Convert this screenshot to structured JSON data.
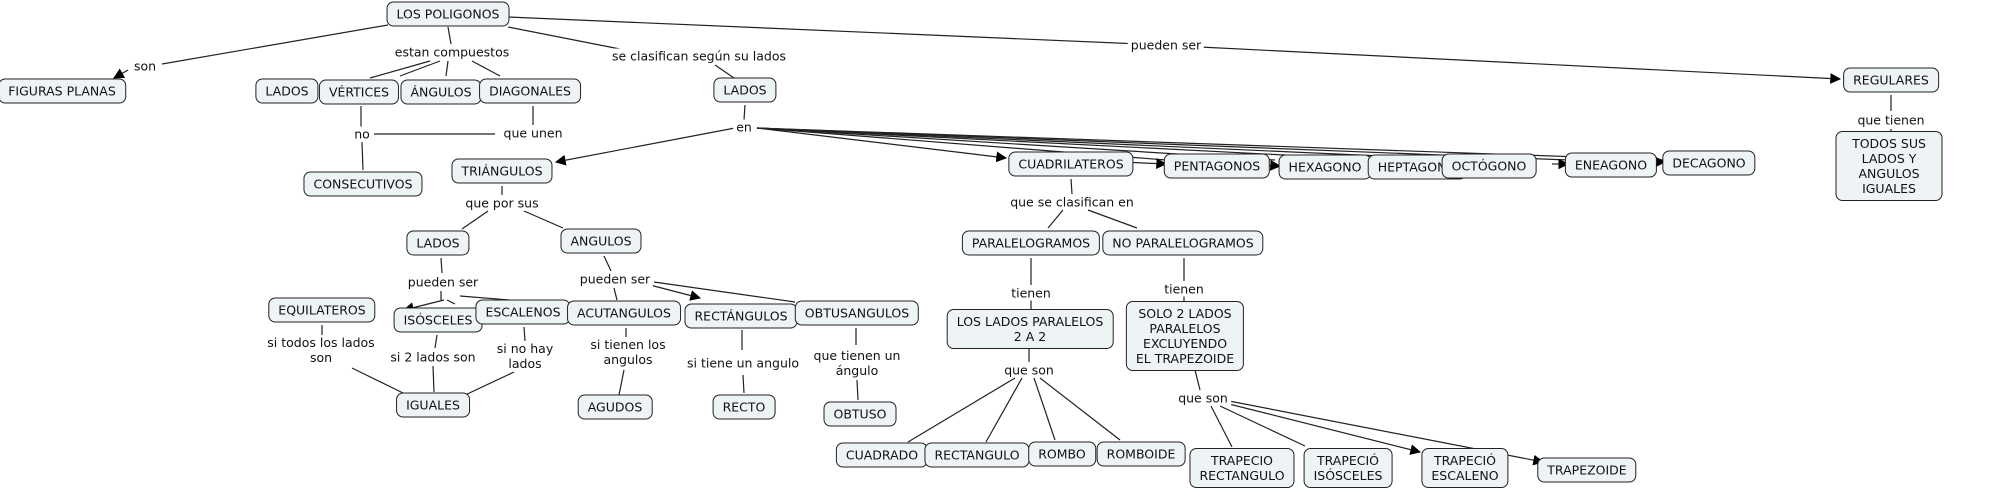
{
  "map_title": "LOS POLIGONOS",
  "nodes": {
    "poligonos": "LOS POLIGONOS",
    "figuras_planas": "FIGURAS PLANAS",
    "lados_comp": "LADOS",
    "vertices": "VÉRTICES",
    "angulos_comp": "ÁNGULOS",
    "diagonales": "DIAGONALES",
    "consecutivos": "CONSECUTIVOS",
    "lados_clas": "LADOS",
    "triangulos": "TRIÁNGULOS",
    "tri_lados": "LADOS",
    "tri_angulos": "ANGULOS",
    "equilateros": "EQUILATEROS",
    "isosceles": "ISÓSCELES",
    "escalenos": "ESCALENOS",
    "iguales": "IGUALES",
    "acutangulos": "ACUTANGULOS",
    "rectangulos": "RECTÁNGULOS",
    "obtusangulos": "OBTUSANGULOS",
    "agudos": "AGUDOS",
    "recto": "RECTO",
    "obtuso": "OBTUSO",
    "cuadrilateros": "CUADRILATEROS",
    "pentagonos": "PENTAGONOS",
    "hexagono": "HEXAGONO",
    "heptagono": "HEPTAGONO",
    "octogono": "OCTÓGONO",
    "eneagono": "ENEAGONO",
    "decagono": "DECAGONO",
    "paralelogramos": "PARALELOGRAMOS",
    "no_paralelogramos": "NO PARALELOGRAMOS",
    "lados_paralelos": "LOS LADOS PARALELOS\n2 A 2",
    "solo_2_lados": "SOLO 2 LADOS\nPARALELOS\nEXCLUYENDO\nEL TRAPEZOIDE",
    "cuadrado": "CUADRADO",
    "rectangulo": "RECTANGULO",
    "rombo": "ROMBO",
    "romboide": "ROMBOIDE",
    "trapecio_rect": "TRAPECIO\nRECTANGULO",
    "trapecio_isos": "TRAPECIÓ\nISÓSCELES",
    "trapecio_esc": "TRAPECIÓ\nESCALENO",
    "trapezoide": "TRAPEZOIDE",
    "regulares": "REGULARES",
    "todos_iguales": "TODOS SUS LADOS Y ANGULOS\nIGUALES"
  },
  "links": {
    "son": "son",
    "estan_compuestos": "estan compuestos",
    "se_clasifican": "se clasifican según su lados",
    "puden_ser": "pueden ser",
    "no": "no",
    "que_unen": "que unen",
    "en": "en",
    "que_por_sus": "que por sus",
    "lados_pueden_ser": "pueden ser",
    "angulos_pueden_ser": "pueden ser",
    "si_todos": "si todos los lados\nson",
    "si_2_lados": "si 2 lados son",
    "si_no_hay": "si no hay\nlados",
    "si_tienen_los": "si tienen los\nangulos",
    "si_tiene_un": "si tiene un angulo",
    "que_tienen_un": "que tienen un\nángulo",
    "que_se_clasifican_en": "que se clasifican en",
    "tienen_par": "tienen",
    "tienen_nopar": "tienen",
    "que_son_par": "que son",
    "que_son_nopar": "que son",
    "que_tienen": "que tienen"
  }
}
